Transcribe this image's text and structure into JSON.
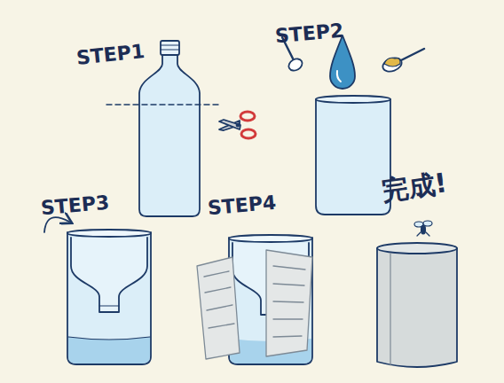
{
  "diagram": {
    "labels": [
      "STEP1",
      "STEP2",
      "STEP3",
      "STEP4",
      "完成!"
    ]
  }
}
